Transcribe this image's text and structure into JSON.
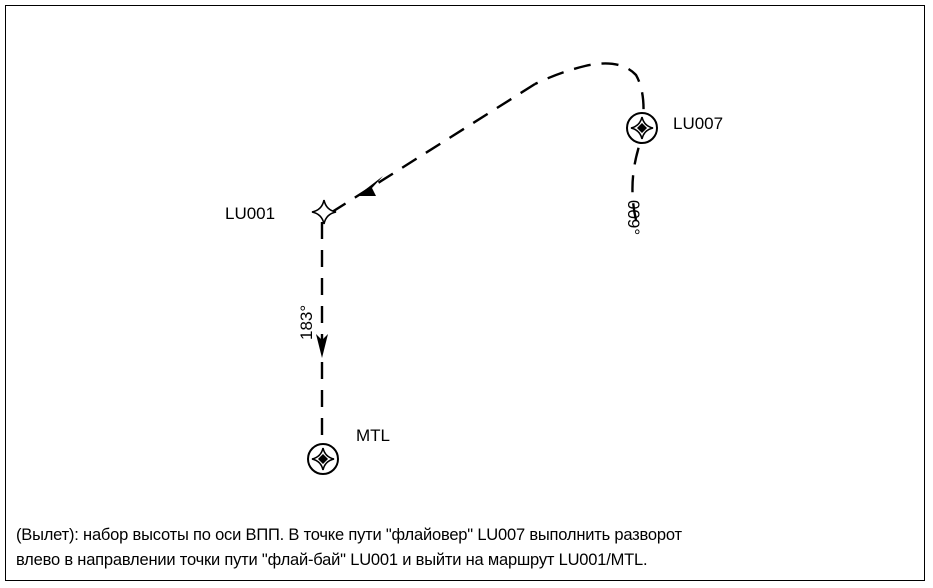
{
  "waypoints": {
    "lu007": "LU007",
    "lu001": "LU001",
    "mtl": "MTL"
  },
  "courses": {
    "c009": "009°",
    "c183": "183°"
  },
  "caption": {
    "line1": "(Вылет): набор высоты по оси ВПП. В точке пути \"флайовер\" LU007 выполнить разворот",
    "line2": "влево в направлении точки пути \"флай-бай\"  LU001 и выйти на маршрут  LU001/MTL."
  }
}
